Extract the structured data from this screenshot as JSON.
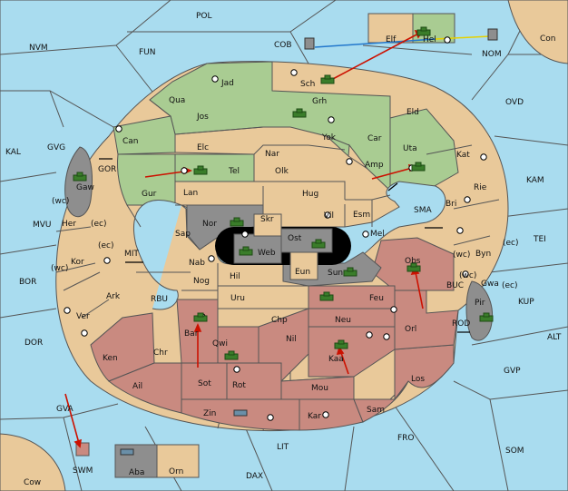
{
  "map": {
    "colors": {
      "sea": "#a9dcef",
      "land": "#e9c99a",
      "green": "#a9cc92",
      "red": "#c98a80",
      "gray": "#8e8e8e",
      "black": "#000000",
      "border": "#555555",
      "arrow": "#cc1100",
      "convoy_blue": "#2277cc",
      "convoy_yellow": "#e6d100"
    },
    "sea_labels": {
      "pol": "POL",
      "fun": "FUN",
      "nvm": "NVM",
      "cob": "COB",
      "nom": "NOM",
      "ovd": "OVD",
      "kal": "KAL",
      "gvg": "GVG",
      "gor": "GOR",
      "sma": "SMA",
      "kam": "KAM",
      "mvu": "MVU",
      "mit": "MIT",
      "tei": "TEI",
      "bor": "BOR",
      "rbu": "RBU",
      "buc": "BUC",
      "kup": "KUP",
      "dor": "DOR",
      "rod": "ROD",
      "alt": "ALT",
      "gvp": "GVP",
      "gva": "GVA",
      "fro": "FRO",
      "lit": "LIT",
      "som": "SOM",
      "dax": "DAX",
      "swm": "SWM"
    },
    "land_labels": {
      "con": "Con",
      "cow": "Cow",
      "elf": "Elf",
      "hel": "Hel",
      "jad": "Jad",
      "sch": "Sch",
      "qua": "Qua",
      "jos": "Jos",
      "grh": "Grh",
      "eld": "Eld",
      "can": "Can",
      "elc": "Elc",
      "nar": "Nar",
      "yok": "Yok",
      "car": "Car",
      "uta": "Uta",
      "kat": "Kat",
      "amp": "Amp",
      "tel": "Tel",
      "olk": "Olk",
      "gaw": "Gaw",
      "gur": "Gur",
      "lan": "Lan",
      "hug": "Hug",
      "bri": "Bri",
      "rie": "Rie",
      "wc1": "(wc)",
      "her": "Her",
      "ec1": "(ec)",
      "nor": "Nor",
      "skr": "Skr",
      "vil": "Vil",
      "esm": "Esm",
      "sap": "Sap",
      "web": "Web",
      "ost": "Ost",
      "mel": "Mel",
      "ec2": "(ec)",
      "kor": "Kor",
      "wc2": "(wc)",
      "wc3": "(wc)",
      "byn": "Byn",
      "nab": "Nab",
      "eun": "Eun",
      "sun": "Sun",
      "obs": "Obs",
      "ec3": "(ec)",
      "hil": "Hil",
      "wc4": "(wc)",
      "ark": "Ark",
      "nog": "Nog",
      "gwa": "Gwa",
      "ec4": "(ec)",
      "uru": "Uru",
      "feu": "Feu",
      "pir": "Pir",
      "ver": "Ver",
      "chp": "Chp",
      "neu": "Neu",
      "bar": "Bar",
      "qwi": "Qwi",
      "orl": "Orl",
      "nil": "Nil",
      "ken": "Ken",
      "chr": "Chr",
      "kaa": "Kaa",
      "sot": "Sot",
      "rot": "Rot",
      "ail": "Ail",
      "mou": "Mou",
      "los": "Los",
      "sam": "Sam",
      "zin": "Zin",
      "kar": "Kar",
      "aba": "Aba",
      "orn": "Orn"
    }
  }
}
